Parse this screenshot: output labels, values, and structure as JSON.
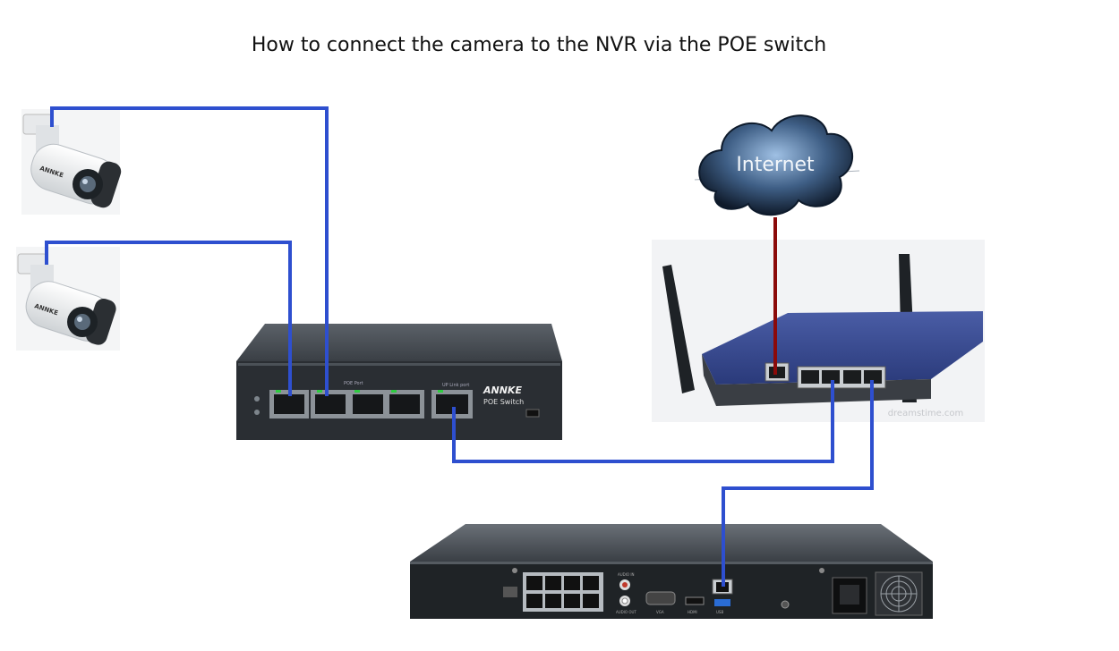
{
  "title": "How to connect the camera to the NVR via the POE switch",
  "camera_brand": "ANNKE",
  "switch": {
    "brand": "ANNKE",
    "model": "POE Switch",
    "poe_ports_label": "POE Port",
    "uplink_label": "UP Link port"
  },
  "cloud_label": "Internet",
  "router_watermark": "dreamstime.com",
  "nvr": {
    "audio_in": "AUDIO IN",
    "audio_out": "AUDIO OUT",
    "vga": "VGA",
    "hdmi": "HDMI",
    "usb": "USB"
  },
  "colors": {
    "cable": "#2e4fcf",
    "internet_cable": "#8b0a0a",
    "device_dark": "#3d4247",
    "device_panel": "#23272b",
    "cloud": "#3f5f86"
  }
}
